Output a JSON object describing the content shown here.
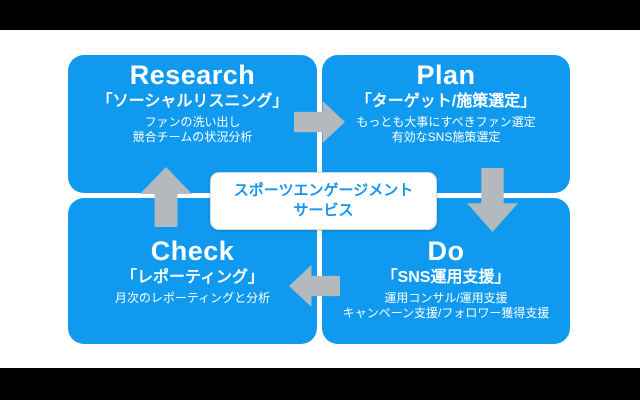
{
  "colors": {
    "panel_blue": "#0f9af0",
    "arrow_gray": "#b4b9bd",
    "center_text_blue": "#1696ee",
    "letterbox_black": "#000000",
    "slide_background": "#ffffff"
  },
  "diagram": {
    "center_box": {
      "line1": "スポーツエンゲージメント",
      "line2": "サービス"
    },
    "quadrants": [
      {
        "id": "research",
        "title": "Research",
        "subtitle": "「ソーシャルリスニング」",
        "body": [
          "ファンの洗い出し",
          "競合チームの状況分析"
        ]
      },
      {
        "id": "plan",
        "title": "Plan",
        "subtitle": "「ターゲット/施策選定」",
        "body": [
          "もっとも大事にすべきファン選定",
          "有効なSNS施策選定"
        ]
      },
      {
        "id": "check",
        "title": "Check",
        "subtitle": "「レポーティング」",
        "body": [
          "月次のレポーティングと分析"
        ]
      },
      {
        "id": "do",
        "title": "Do",
        "subtitle": "「SNS運用支援」",
        "body": [
          "運用コンサル/運用支援",
          "キャンペーン支援/フォロワー獲得支援"
        ]
      }
    ],
    "icons": {
      "arrows": [
        "arrow-right-icon",
        "arrow-down-icon",
        "arrow-left-icon",
        "arrow-up-icon"
      ]
    }
  }
}
